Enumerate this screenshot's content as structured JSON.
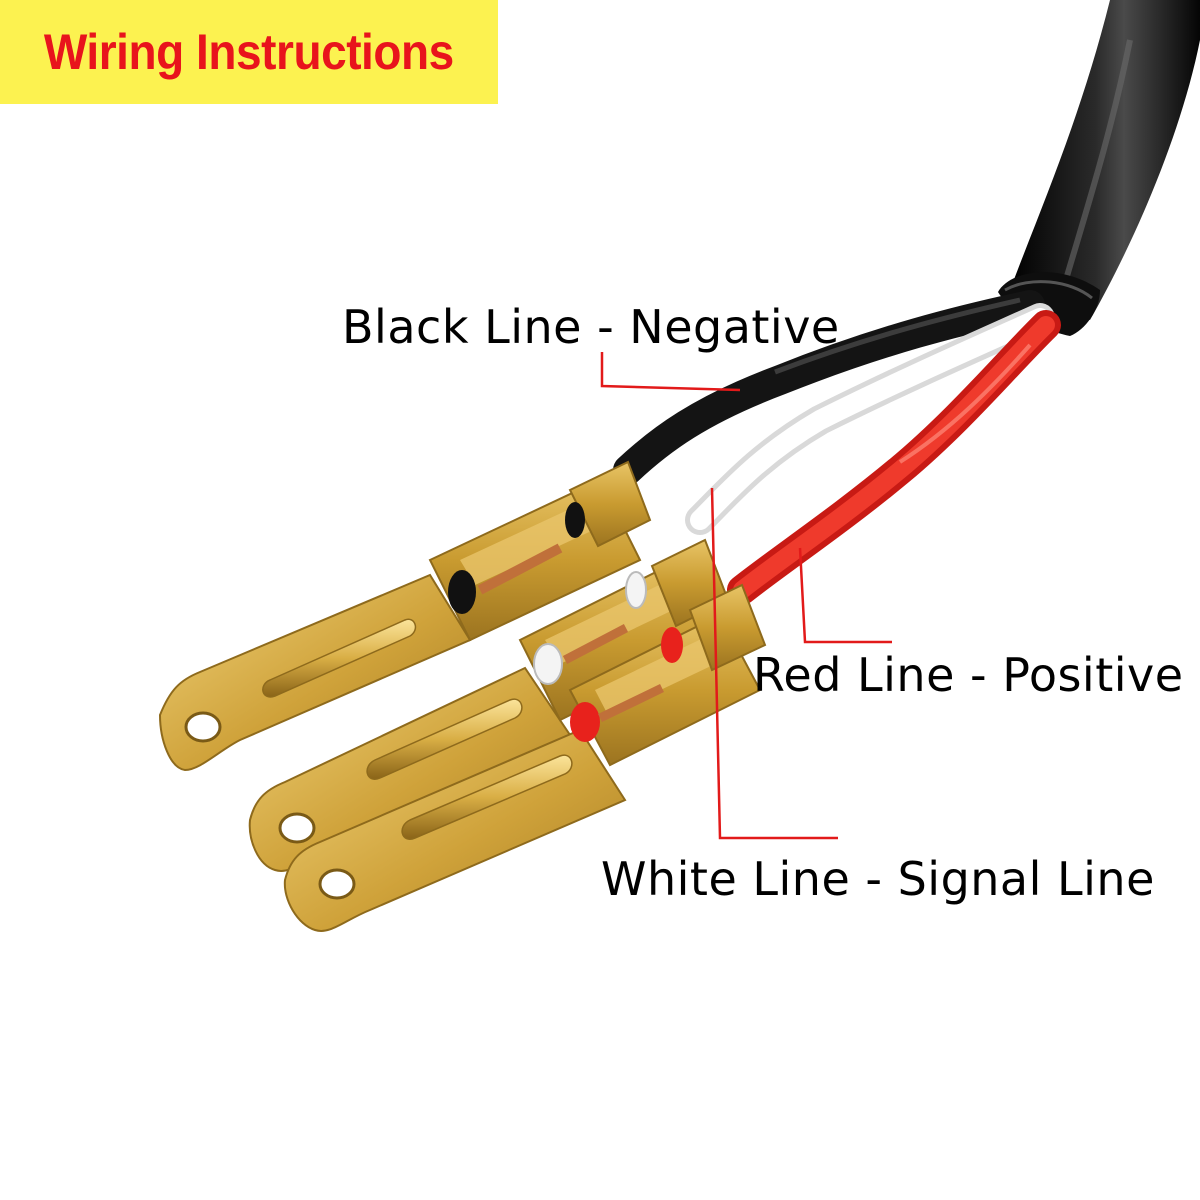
{
  "title": {
    "text": "Wiring Instructions",
    "background_color": "#fcf250",
    "text_color": "#e8141c"
  },
  "labels": {
    "black": "Black Line - Negative",
    "red": "Red Line - Positive",
    "white": "White Line - Signal Line"
  },
  "colors": {
    "leader_line": "#e21a1a",
    "brass": "#c9a13a",
    "brass_dark": "#8e6a1c",
    "brass_light": "#f1d27a",
    "cable_black": "#151515",
    "wire_red": "#e8221c",
    "wire_white": "#f6f6f6",
    "copper": "#c0703a"
  }
}
